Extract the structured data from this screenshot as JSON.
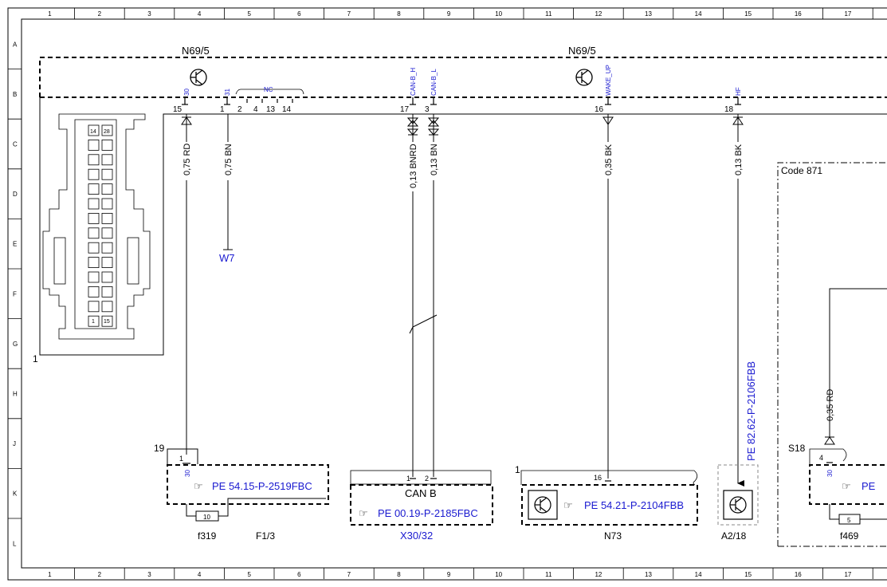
{
  "colors": {
    "line": "#000000",
    "link": "#1a1ad0",
    "dashed_box": "#888888"
  },
  "grid": {
    "columns": [
      "1",
      "2",
      "3",
      "4",
      "5",
      "6",
      "7",
      "8",
      "9",
      "10",
      "11",
      "12",
      "13",
      "14",
      "15",
      "16",
      "17",
      "1"
    ],
    "rows": [
      "A",
      "B",
      "C",
      "D",
      "E",
      "F",
      "G",
      "H",
      "J",
      "K",
      "L"
    ]
  },
  "module": {
    "name_left": "N69/5",
    "name_right": "N69/5",
    "label_1": "1",
    "signals": {
      "pin30": "30",
      "pin31": "31",
      "nc": "NC",
      "can_h": "CAN-B_H",
      "can_l": "CAN-B_L",
      "wake_up": "WAKE_UP",
      "hf": "HF"
    },
    "pins": {
      "p15": "15",
      "p1": "1",
      "p2": "2",
      "p4": "4",
      "p13": "13",
      "p14": "14",
      "p17": "17",
      "p3": "3",
      "p16": "16",
      "p18": "18"
    },
    "connector_pins": {
      "top_a": "14",
      "top_b": "28",
      "bottom_a": "1",
      "bottom_b": "15"
    }
  },
  "wires": {
    "w1": "0,75 RD",
    "w2": "0,75 BN",
    "w3": "0,13 BNRD",
    "w4": "0,13 BN",
    "w5": "0,35 BK",
    "w6": "0,13 BK",
    "w7": "0,35 RD"
  },
  "ground": "W7",
  "fuse_block": {
    "label_19": "19",
    "pin1": "1",
    "pin30": "30",
    "ref": "PE 54.15-P-2519FBC",
    "fuse": "10",
    "f_id": "f319",
    "name": "F1/3"
  },
  "can_block": {
    "pin1": "1",
    "pin2": "2",
    "title": "CAN B",
    "ref": "PE 00.19-P-2185FBC",
    "name": "X30/32"
  },
  "n73_block": {
    "label_1": "1",
    "pin16": "16",
    "ref": "PE 54.21-P-2104FBB",
    "name": "N73"
  },
  "a2_block": {
    "ref": "PE 82.62-P-2106FBB",
    "name": "A2/18"
  },
  "code871": {
    "title": "Code 871",
    "s18": "S18",
    "pin4": "4",
    "pin30": "30",
    "ref": "PE",
    "fuse": "5",
    "f_id": "f469"
  }
}
